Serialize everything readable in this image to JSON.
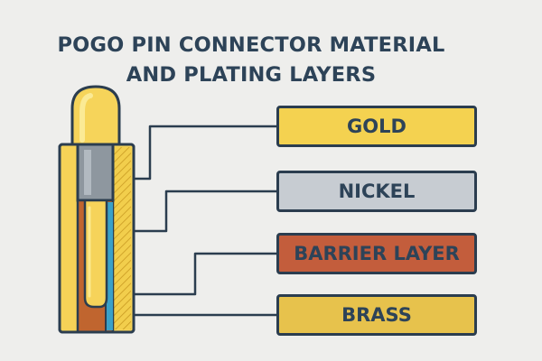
{
  "title": {
    "line1": "POGO PIN CONNECTOR MATERIAL",
    "line2": "AND PLATING LAYERS"
  },
  "layers": [
    {
      "label": "GOLD",
      "color": "#f4d250"
    },
    {
      "label": "NICKEL",
      "color": "#c7ccd2"
    },
    {
      "label": "BARRIER LAYER",
      "color": "#c35d3c"
    },
    {
      "label": "BRASS",
      "color": "#e7c24c"
    }
  ],
  "colors": {
    "background": "#eeeeec",
    "outline": "#2b3d4f",
    "title_text": "#2d4358",
    "gold_light": "#f7d65a",
    "gold_highlight": "#fbe98f",
    "nickel": "#8d969e",
    "barrier_copper": "#c0632f",
    "barrier_blue": "#3aa0c8"
  }
}
